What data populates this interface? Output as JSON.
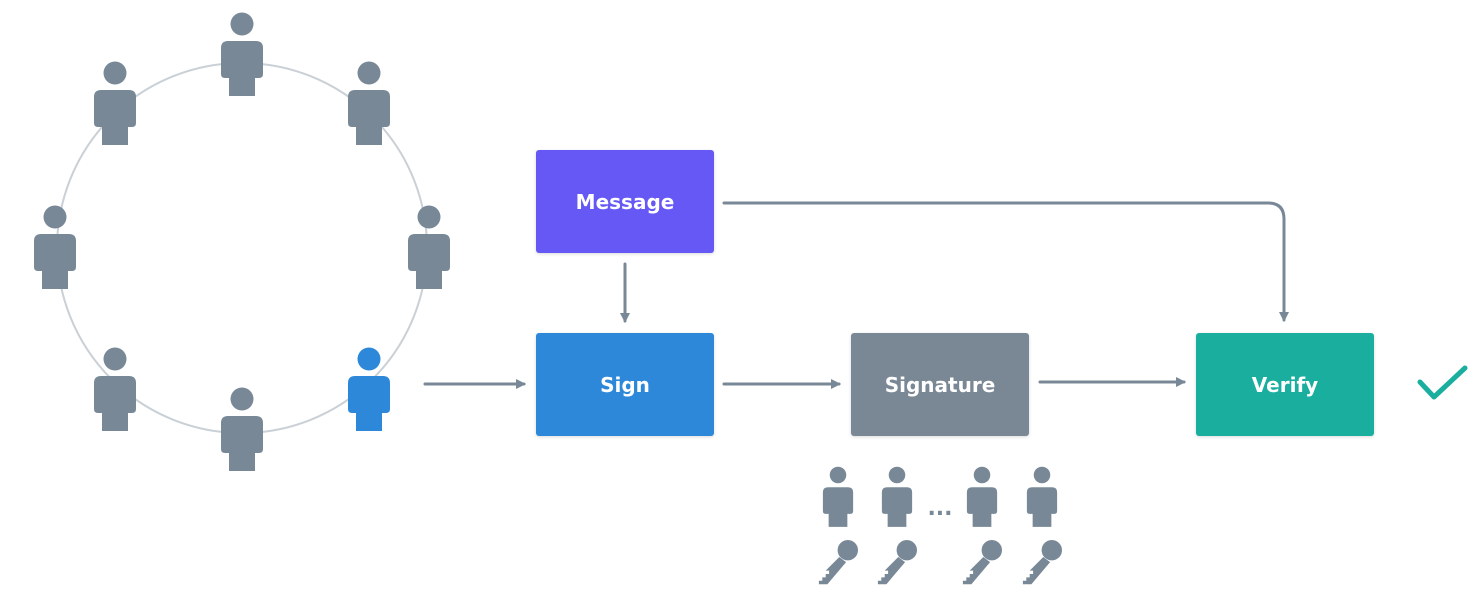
{
  "colors": {
    "person": "#788896",
    "highlight_person": "#2d88d9",
    "ring": "#c9d0d6",
    "arrow": "#788896",
    "message": "#6558f5",
    "sign": "#2d88d9",
    "signature": "#7a8896",
    "verify": "#1aae9f",
    "check": "#1aae9f"
  },
  "boxes": {
    "message": "Message",
    "sign": "Sign",
    "signature": "Signature",
    "verify": "Verify"
  },
  "ellipsis": "...",
  "icons": {
    "person": "person-icon",
    "key": "key-icon",
    "check": "checkmark-icon"
  }
}
